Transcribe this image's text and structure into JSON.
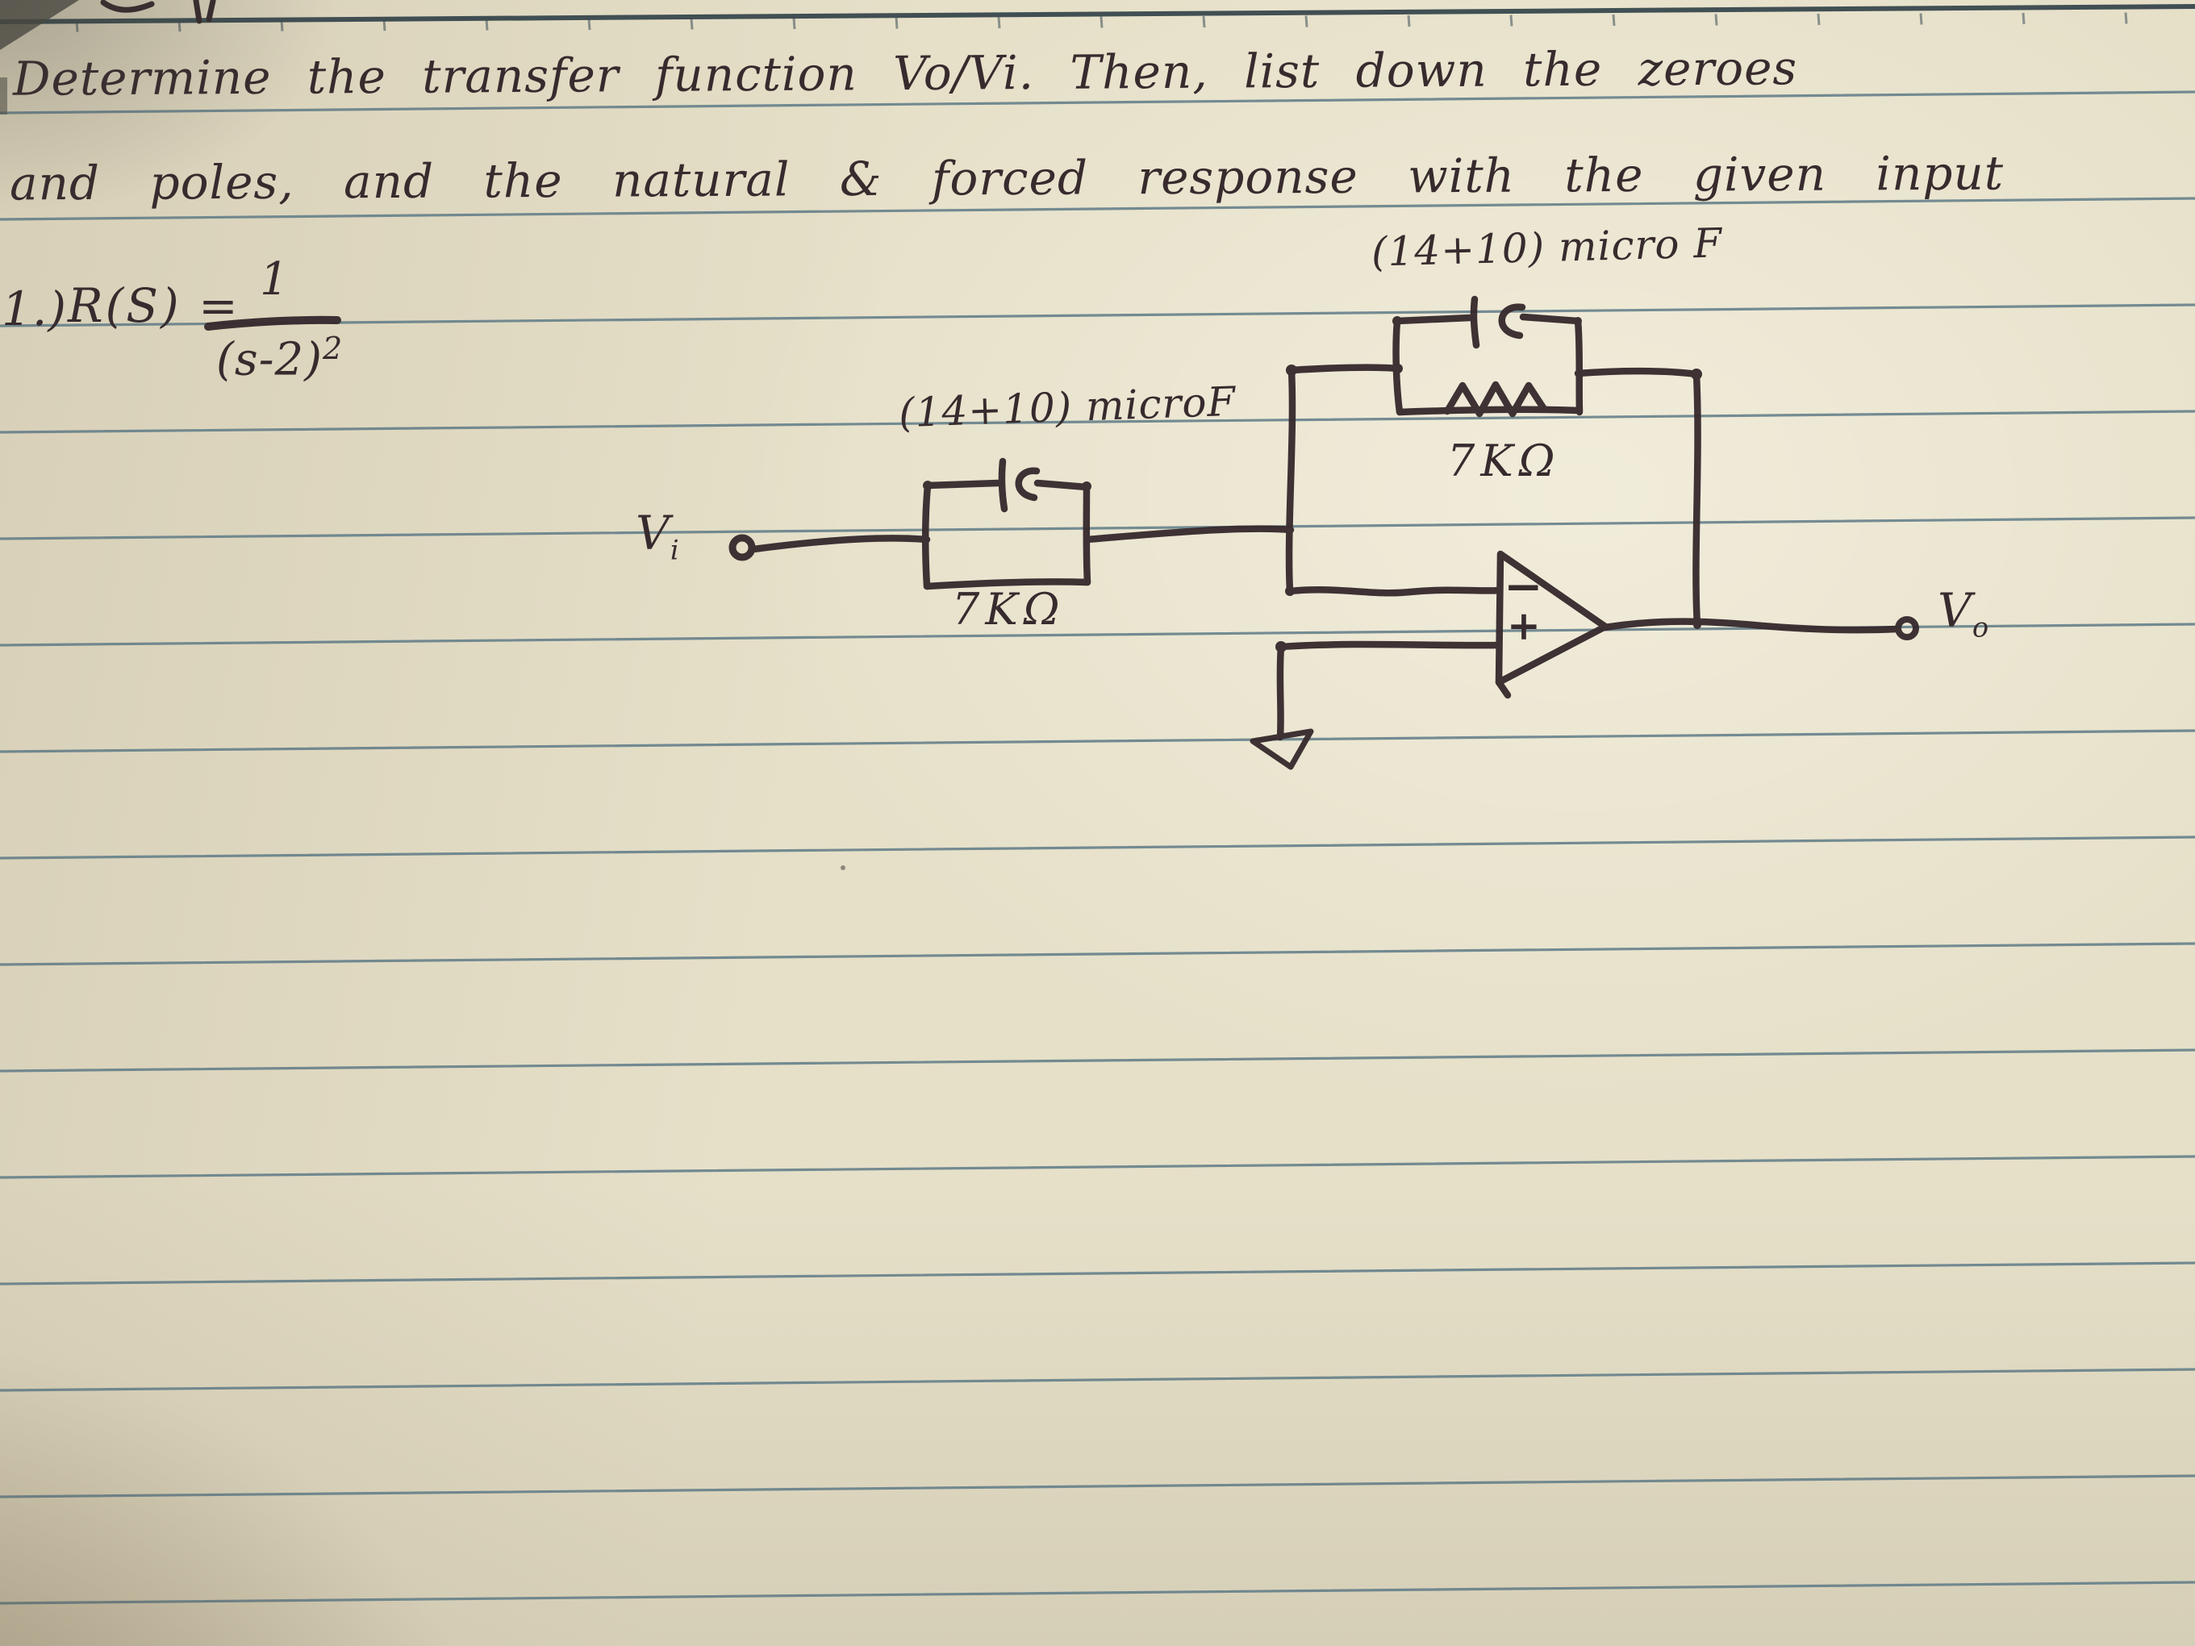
{
  "page": {
    "kind": "handwritten notebook page with op-amp circuit problem"
  },
  "problem": {
    "line1": "Determine the transfer function Vo/Vi. Then, list down the zeroes",
    "line2": "and poles, and the natural & forced response with the given input"
  },
  "equation": {
    "number": "1.)",
    "lhs": "R(S) =",
    "numerator": "1",
    "denominator": "(s-2)",
    "exponent": "2"
  },
  "circuit": {
    "vi": {
      "base": "V",
      "sub": "i"
    },
    "vo": {
      "base": "V",
      "sub": "o"
    },
    "input_network": {
      "capacitor_label": "(14+10) microF",
      "resistor_label": "7KΩ"
    },
    "feedback_network": {
      "capacitor_label": "(14+10) micro F",
      "resistor_label": "7KΩ"
    },
    "opamp": {
      "minus": "−",
      "plus": "+"
    }
  },
  "colors": {
    "ink": "#372b2e",
    "rule_line": "#5e7a86",
    "top_edge_line": "#2f3f46",
    "paper": "#e6e0c9"
  }
}
